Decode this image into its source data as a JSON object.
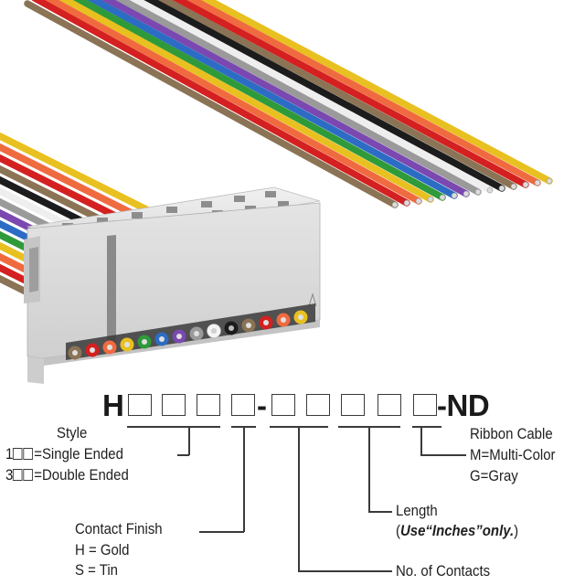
{
  "part_number": {
    "prefix": "H",
    "separator": "-",
    "suffix": "-ND",
    "box_groups": [
      {
        "name": "style",
        "boxes": 3
      },
      {
        "name": "contact-finish",
        "boxes": 1
      },
      {
        "name": "no-of-contacts",
        "boxes": 2
      },
      {
        "name": "length",
        "boxes": 2
      },
      {
        "name": "ribbon-cable",
        "boxes": 1
      }
    ]
  },
  "style": {
    "title": "Style",
    "option_1_prefix": "1",
    "option_1_text": "=Single Ended",
    "option_3_prefix": "3",
    "option_3_text": "=Double Ended"
  },
  "ribbon_cable": {
    "title": "Ribbon Cable",
    "option_m": "M=Multi-Color",
    "option_g": "G=Gray"
  },
  "length": {
    "title": "Length",
    "note_open": "(",
    "note_bold": "Use“Inches”only.",
    "note_close": ")"
  },
  "contact_finish": {
    "title": "Contact Finish",
    "option_h": "H = Gold",
    "option_s": "S = Tin"
  },
  "contacts": {
    "title": "No. of Contacts"
  },
  "illustration": {
    "subject": "IDC socket connector with multi-color ribbon cable",
    "wire_colors": [
      "#8b7355",
      "#d42020",
      "#f06a40",
      "#e8c020",
      "#2f9a3a",
      "#2c6cc4",
      "#7a48b0",
      "#9a9a9a",
      "#f2f2f2",
      "#1c1c1c",
      "#8b7355",
      "#d42020",
      "#f06a40",
      "#e8c020"
    ],
    "connector_color": "#d8d8d8"
  }
}
